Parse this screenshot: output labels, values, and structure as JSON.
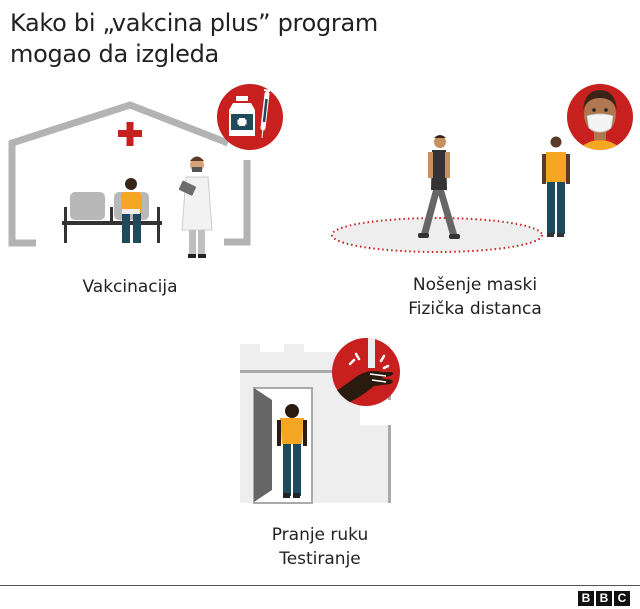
{
  "title": {
    "line1": "Kako bi „vakcina plus” program",
    "line2": "mogao da izgleda"
  },
  "panels": [
    {
      "id": "vaccination",
      "labels": [
        "Vakcinacija"
      ],
      "icon": "vaccine-bottle-syringe-icon"
    },
    {
      "id": "masks-distance",
      "labels": [
        "Nošenje maski",
        "Fizička distanca"
      ],
      "icon": "face-mask-icon"
    },
    {
      "id": "handwash-testing",
      "labels": [
        "Pranje ruku",
        "Testiranje"
      ],
      "icon": "hand-washing-icon"
    }
  ],
  "footer": {
    "logo": [
      "B",
      "B",
      "C"
    ]
  },
  "colors": {
    "accent_red": "#c8201e",
    "building_gray": "#b3b3b3",
    "wall_light": "#eeeeee",
    "shirt_yellow": "#f5a623",
    "pants_teal": "#1e4a5c",
    "text": "#222222"
  }
}
